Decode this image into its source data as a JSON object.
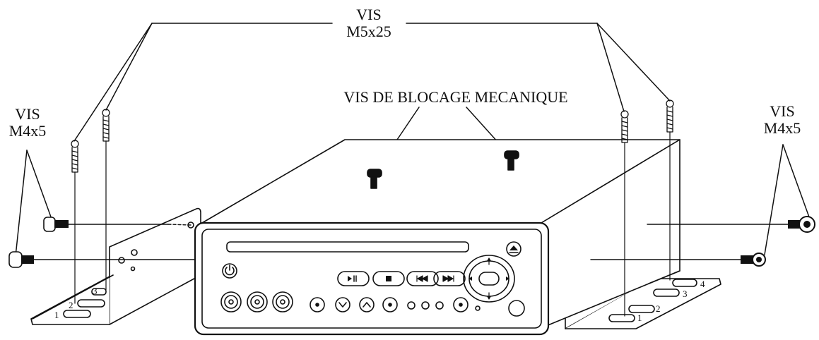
{
  "labels": {
    "top_center": {
      "line1": "VIS",
      "line2": "M5x25"
    },
    "left": {
      "line1": "VIS",
      "line2": "M4x5"
    },
    "right": {
      "line1": "VIS",
      "line2": "M4x5"
    },
    "middle": "VIS DE BLOCAGE MECANIQUE"
  },
  "bracket_slot_numbers": {
    "left": [
      "1",
      "2",
      "3"
    ],
    "right": [
      "1",
      "2",
      "3",
      "4"
    ]
  },
  "colors": {
    "line": "#111111",
    "background": "#ffffff"
  },
  "icons": [
    "power-icon",
    "eject-icon",
    "play-pause-icon",
    "stop-icon",
    "previous-icon",
    "next-icon",
    "navigation-pad-icon",
    "chevron-down-icon",
    "chevron-up-icon",
    "screw-icon"
  ]
}
